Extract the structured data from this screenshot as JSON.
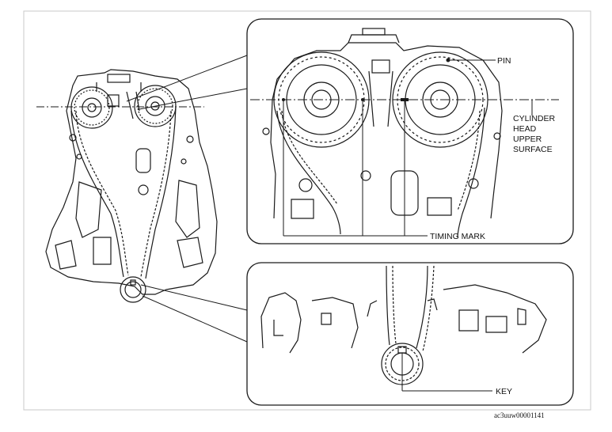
{
  "labels": {
    "pin": "PIN",
    "cylinder_head_upper_surface": [
      "CYLINDER",
      "HEAD",
      "UPPER",
      "SURFACE"
    ],
    "timing_mark": "TIMING MARK",
    "key": "KEY"
  },
  "figure_code": "ac3uuw00001141",
  "colors": {
    "line": "#1a1a1a",
    "background": "#ffffff",
    "frame": "#c8c8c8"
  }
}
